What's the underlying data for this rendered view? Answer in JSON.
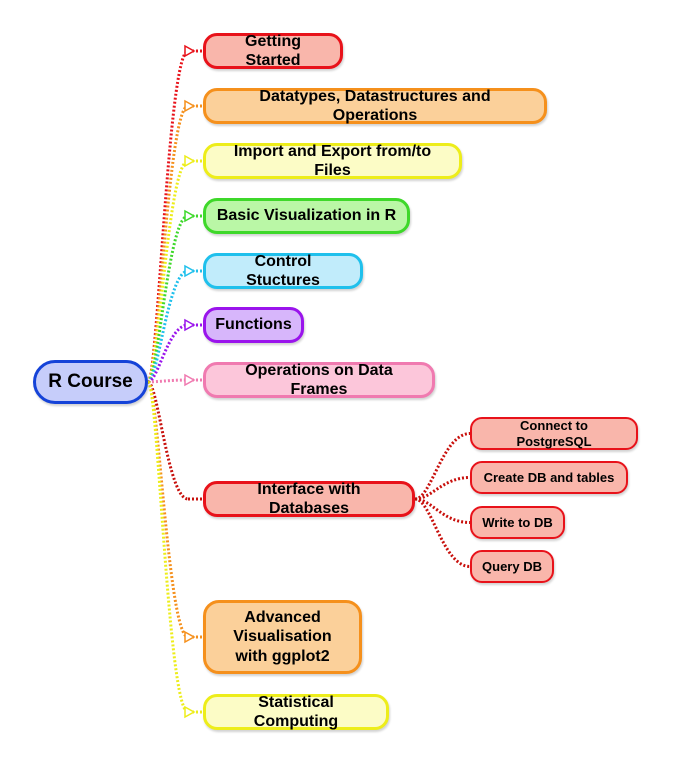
{
  "root": {
    "label": "R Course",
    "fill": "#c6cdfa",
    "border": "#1543d8"
  },
  "topics": [
    {
      "label": "Getting Started",
      "fill": "#f9b6ab",
      "border": "#e8121a",
      "link": "#e8121a"
    },
    {
      "label": "Datatypes, Datastructures and Operations",
      "fill": "#fbd09a",
      "border": "#f5901c",
      "link": "#f5901c"
    },
    {
      "label": "Import and Export from/to Files",
      "fill": "#fcfcc6",
      "border": "#eded1a",
      "link": "#eded1a"
    },
    {
      "label": "Basic Visualization in R",
      "fill": "#baf7a6",
      "border": "#3ed82a",
      "link": "#3ed82a"
    },
    {
      "label": "Control Stuctures",
      "fill": "#c1ecfb",
      "border": "#1fc0ec",
      "link": "#1fc0ec"
    },
    {
      "label": "Functions",
      "fill": "#d7b6fb",
      "border": "#9a14ec",
      "link": "#9a14ec"
    },
    {
      "label": "Operations on Data Frames",
      "fill": "#fcc6da",
      "border": "#f07ab0",
      "link": "#f07ab0"
    },
    {
      "label": "Interface with Databases",
      "fill": "#f9b6ab",
      "border": "#e8121a",
      "link": "#c8100c"
    },
    {
      "label": "Advanced Visualisation with ggplot2",
      "fill": "#fbd09a",
      "border": "#f5901c",
      "link": "#f5901c"
    },
    {
      "label": "Statistical Computing",
      "fill": "#fcfcc6",
      "border": "#eded1a",
      "link": "#eded1a"
    }
  ],
  "subtopics": [
    {
      "label": "Connect to PostgreSQL"
    },
    {
      "label": "Create DB and tables"
    },
    {
      "label": "Write to DB"
    },
    {
      "label": "Query DB"
    }
  ],
  "subtopic_style": {
    "fill": "#f9b6ab",
    "border": "#e8121a",
    "link": "#c8100c"
  }
}
